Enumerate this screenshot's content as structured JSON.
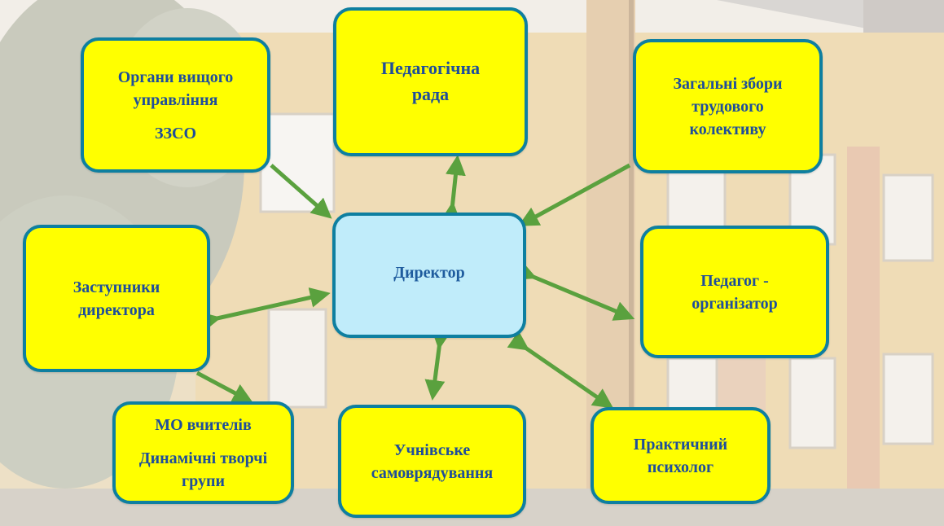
{
  "colors": {
    "box_fill": "#ffff00",
    "center_fill": "#c0ecfa",
    "box_border": "#0e7fa0",
    "text": "#1f4e9a",
    "arrow": "#5aa13e"
  },
  "nodes": {
    "director": {
      "label": "Директор"
    },
    "governance": {
      "line1": "Органи вищого",
      "line2": "управління",
      "line3": "ЗЗСО"
    },
    "ped_council": {
      "line1": "Педагогічна",
      "line2": "рада"
    },
    "general_meeting": {
      "line1": "Загальні збори",
      "line2": "трудового",
      "line3": "колективу"
    },
    "deputies": {
      "line1": "Заступники",
      "line2": "директора"
    },
    "organizer": {
      "line1": "Педагог -",
      "line2": "організатор"
    },
    "mo_teachers": {
      "line1": "МО вчителів",
      "line2": "Динамічні творчі",
      "line3": "групи"
    },
    "student_gov": {
      "line1": "Учнівське",
      "line2": "самоврядування"
    },
    "psychologist": {
      "line1": "Практичний",
      "line2": "психолог"
    }
  }
}
